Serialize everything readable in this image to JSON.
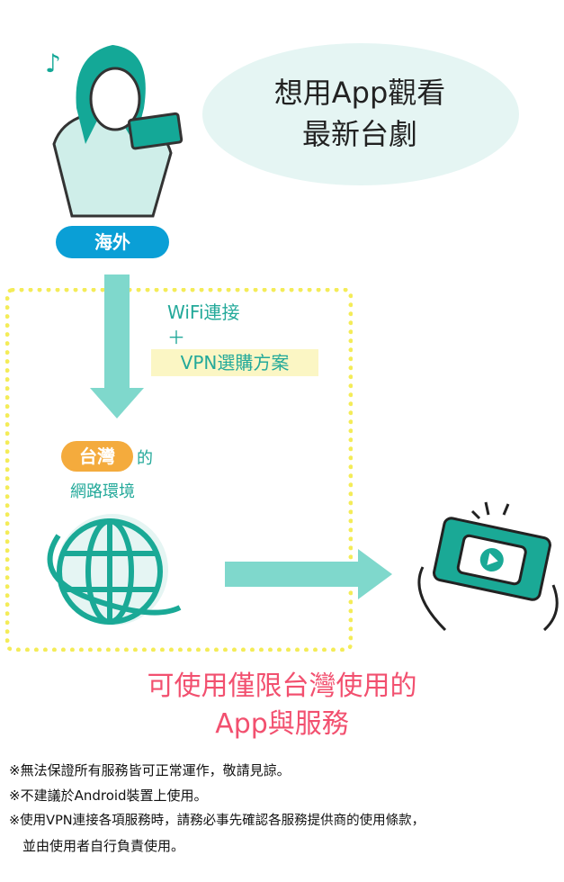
{
  "bubble": {
    "line1": "想用App觀看",
    "line2": "最新台劇"
  },
  "location_tag": "海外",
  "connection": {
    "wifi": "WiFi連接",
    "plus": "＋",
    "vpn": "VPN選購方案"
  },
  "network": {
    "badge": "台灣",
    "suffix": "的",
    "label": "網路環境"
  },
  "result": {
    "line1": "可使用僅限台灣使用的",
    "line2": "App與服務"
  },
  "notes": [
    "※無法保證所有服務皆可正常運作，敬請見諒。",
    "※不建議於Android裝置上使用。",
    "※使用VPN連接各項服務時，請務必事先確認各服務提供商的使用條款，",
    "　並由使用者自行負責使用。"
  ],
  "colors": {
    "teal": "#23a99a",
    "blue": "#0a9fd6",
    "orange": "#f4ab3d",
    "pink": "#f2506f",
    "yellow": "#f4ec58"
  }
}
